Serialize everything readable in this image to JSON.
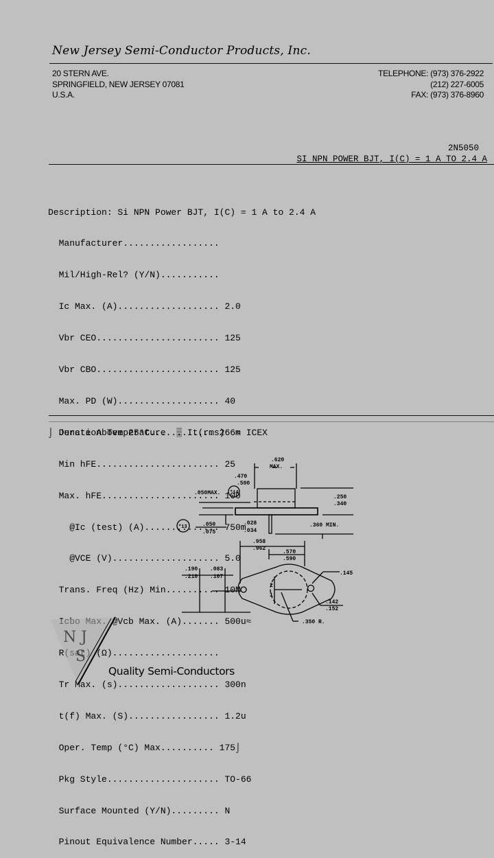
{
  "header": {
    "company": "New Jersey Semi-Conductor Products, Inc.",
    "address": [
      "20 STERN AVE.",
      "SPRINGFIELD, NEW JERSEY 07081",
      "U.S.A."
    ],
    "contact": [
      "TELEPHONE: (973) 376-2922",
      "(212) 227-6005",
      "FAX: (973) 376-8960"
    ]
  },
  "part": {
    "number": "2N5050",
    "subtitle": "SI NPN POWER BJT, I(C) = 1 A TO 2.4 A"
  },
  "description": {
    "line": "Description: Si NPN Power BJT, I(C) = 1 A to 2.4 A",
    "specs": [
      {
        "label": "  Manufacturer..................",
        "value": ""
      },
      {
        "label": "  Mil/High-Rel? (Y/N)...........",
        "value": ""
      },
      {
        "label": "  Ic Max. (A)...................",
        "value": " 2.0"
      },
      {
        "label": "  Vbr CEO.......................",
        "value": " 125"
      },
      {
        "label": "  Vbr CBO.......................",
        "value": " 125"
      },
      {
        "label": "  Max. PD (W)...................",
        "value": " 40"
      },
      {
        "label": "  Derate Above 25°C............",
        "value": " 266m"
      },
      {
        "label": "  Min hFE.......................",
        "value": " 25"
      },
      {
        "label": "  Max. hFE......................",
        "value": " 100"
      },
      {
        "label": "    @Ic (test) (A)..............",
        "value": " 750m"
      },
      {
        "label": "    @VCE (V)....................",
        "value": " 5.0"
      },
      {
        "label": "  Trans. Freq (Hz) Min..........",
        "value": " 10M"
      },
      {
        "label": "  Icbo Max. @Vcb Max. (A).......",
        "value": " 500u≈"
      },
      {
        "label": "  R(sat) (Ω)....................",
        "value": ""
      },
      {
        "label": "  Tr Max. (s)...................",
        "value": " 300n"
      },
      {
        "label": "  t(f) Max. (S).................",
        "value": " 1.2u"
      },
      {
        "label": "  Oper. Temp (°C) Max..........",
        "value": " 175⌡"
      },
      {
        "label": "  Pkg Style.....................",
        "value": " TO-66"
      },
      {
        "label": "  Surface Mounted (Y/N).........",
        "value": " N"
      },
      {
        "label": "  Pinout Equivalence Number.....",
        "value": " 3-14"
      }
    ]
  },
  "legend": {
    "items": [
      {
        "symbol": "⌡",
        "text": "Junction Temperature"
      },
      {
        "symbol": "▒",
        "text": "It(rms)"
      },
      {
        "symbol": "≈",
        "text": "ICEX"
      }
    ]
  },
  "diagram": {
    "side_view": {
      "dims": [
        ".620",
        "MAX.",
        ".470",
        ".500",
        ".050MAX.",
        "*14",
        ".250",
        ".340",
        "*13",
        ".050",
        ".075",
        ".028",
        ".034",
        ".360 MIN."
      ]
    },
    "top_view": {
      "dims": [
        ".958",
        ".962",
        ".570",
        ".590",
        ".190",
        ".210",
        ".083",
        ".107",
        ".145",
        ".142",
        ".152",
        ".350 R."
      ],
      "pins": [
        "2",
        "1"
      ]
    }
  },
  "footer": {
    "tagline": "Quality Semi-Conductors"
  }
}
